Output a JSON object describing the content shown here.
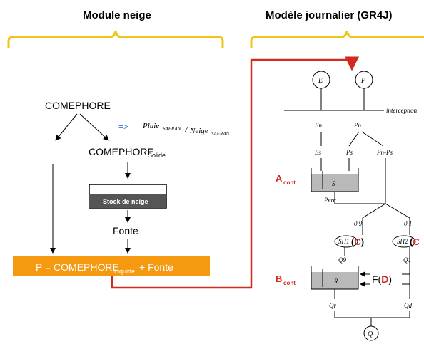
{
  "titles": {
    "module_neige": "Module neige",
    "modele_journalier": "Modèle journalier (GR4J)"
  },
  "left": {
    "comephore": "COMEPHORE",
    "arrow_hint": "=>",
    "ratio_pluie": "Pluie",
    "ratio_pluie_sub": "SAFRAN",
    "ratio_neige": "Neige",
    "ratio_neige_sub": "SAFRAN",
    "comephore_solide": "COMEPHORE",
    "comephore_solide_sub": "Solide",
    "stock": "Stock de neige",
    "fonte": "Fonte",
    "result_prefix": "P = COMEPHORE",
    "result_sub": "Liquide",
    "result_suffix": " + Fonte"
  },
  "right": {
    "E": "E",
    "P": "P",
    "interception": "interception",
    "En": "En",
    "Pn": "Pn",
    "Es": "Es",
    "Ps": "Ps",
    "PnPs": "Pn-Ps",
    "S": "S",
    "Perc": "Perc",
    "split_09": "0.9",
    "split_01": "0.1",
    "SH1": "SH1",
    "SH2": "SH2",
    "C": "C",
    "C2": "C",
    "Q9": "Q9",
    "Q1": "Q1",
    "R": "R",
    "F": "F(",
    "D": "D",
    "F_close": ")",
    "Qr": "Qr",
    "Qd": "Qd",
    "Q": "Q",
    "A_cont": "A",
    "A_cont_sub": "cont",
    "B_cont": "B",
    "B_cont_sub": "cont"
  },
  "colors": {
    "brace": "#f0c419",
    "result_box": "#f59a10",
    "link": "#d32a1f",
    "store_fill": "#b9b9b9",
    "stock_fill": "#555555"
  }
}
